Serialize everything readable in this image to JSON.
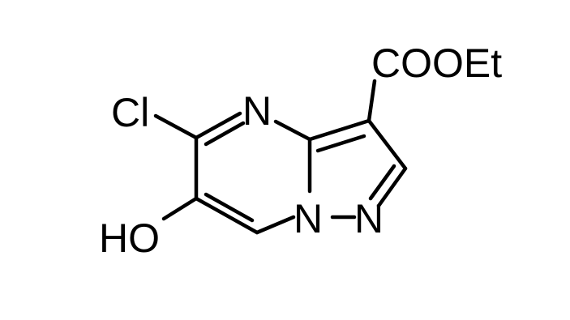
{
  "molecule": {
    "labels": {
      "carboxylate": "COOEt",
      "chloro": "Cl",
      "hydroxy": "HO",
      "n_pyrimidine": "N",
      "n_bridge": "N",
      "n_pyrazole": "N"
    },
    "colors": {
      "line": "#000000",
      "background": "#ffffff"
    }
  }
}
